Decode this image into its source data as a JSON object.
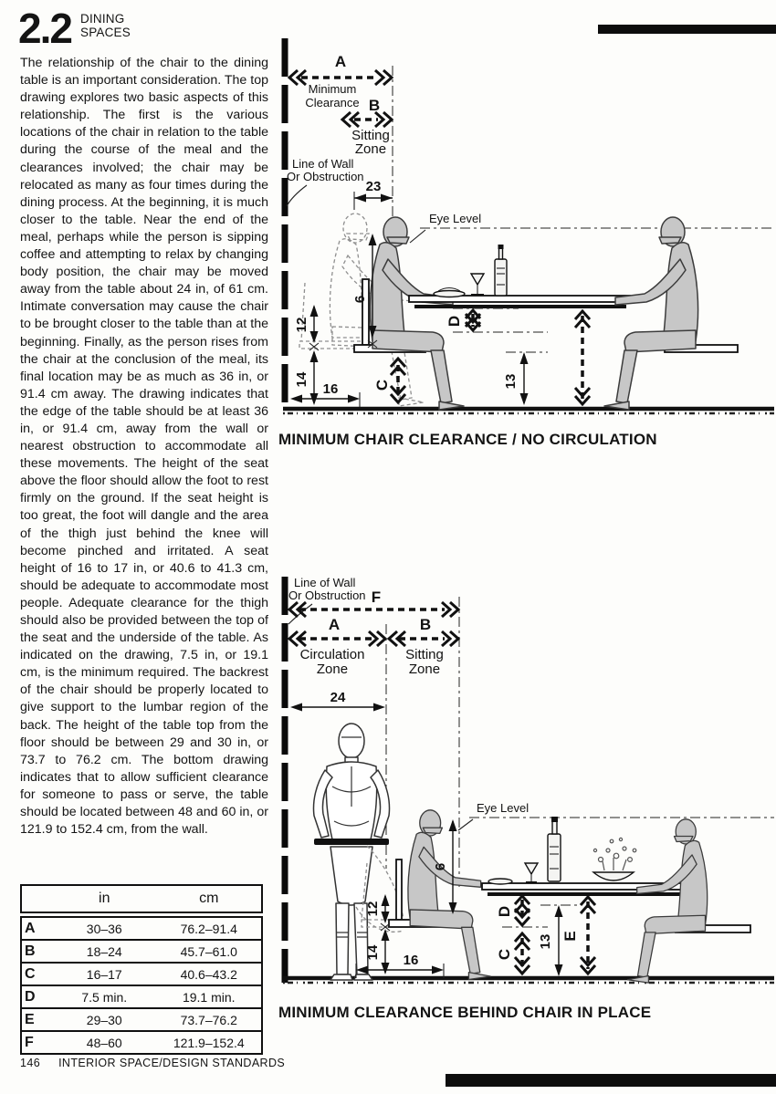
{
  "header": {
    "section_number": "2.2",
    "section_title": [
      "DINING",
      "SPACES"
    ]
  },
  "body_text": "The relationship of the chair to the dining table is an important consideration. The top drawing explores two basic aspects of this relationship. The first is the various locations of the chair in relation to the table during the course of the meal and the clearances involved; the chair may be relocated as many as four times during the dining process. At the beginning, it is much closer to the table. Near the end of the meal, perhaps while the person is sipping coffee and attempting to relax by changing body position, the chair may be moved away from the table about 24 in, of 61 cm. Intimate conversation may cause the chair to be brought closer to the table than at the beginning. Finally, as the person rises from the chair at the conclusion of the meal, its final location may be as much as 36 in, or 91.4 cm away. The drawing indicates that the edge of the table should be at least 36 in, or 91.4 cm, away from the wall or nearest obstruction to accommodate all these movements. The height of the seat above the floor should allow the foot to rest firmly on the ground. If the seat height is too great, the foot will dangle and the area of the thigh just behind the knee will become pinched and irritated. A seat height of 16 to 17 in, or 40.6 to 41.3 cm, should be adequate to accommodate most people. Adequate clearance for the thigh should also be provided between the top of the seat and the underside of the table. As indicated on the drawing, 7.5 in, or 19.1 cm, is the minimum required. The backrest of the chair should be properly located to give support to the lumbar region of the back. The height of the table top from the floor should be between 29 and 30 in, or 73.7 to 76.2 cm. The bottom drawing indicates that to allow sufficient clearance for someone to pass or serve, the table should be located between 48 and 60 in, or 121.9 to 152.4 cm, from the wall.",
  "drawing_top": {
    "caption": "MINIMUM CHAIR CLEARANCE / NO CIRCULATION",
    "dim_a_letter": "A",
    "minimum_1": "Minimum",
    "minimum_2": "Clearance",
    "dim_b_letter": "B",
    "sitting_1": "Sitting",
    "sitting_2": "Zone",
    "wall_1": "Line of Wall",
    "wall_2": "Or Obstruction",
    "eye_level": "Eye Level",
    "dim_23": "23",
    "dim_6": "6",
    "dim_12": "12",
    "dim_14": "14",
    "dim_16": "16",
    "dim_c": "C",
    "dim_d": "D",
    "dim_13": "13"
  },
  "drawing_bottom": {
    "caption": "MINIMUM CLEARANCE BEHIND CHAIR IN PLACE",
    "wall_1": "Line of Wall",
    "wall_2": "Or Obstruction",
    "dim_f_letter": "F",
    "dim_a_letter": "A",
    "circulation_1": "Circulation",
    "circulation_2": "Zone",
    "dim_b_letter": "B",
    "sitting_1": "Sitting",
    "sitting_2": "Zone",
    "dim_24": "24",
    "eye_level": "Eye Level",
    "dim_6": "6",
    "dim_12": "12",
    "dim_14": "14",
    "dim_16": "16",
    "dim_c": "C",
    "dim_d": "D",
    "dim_e": "E",
    "dim_13": "13"
  },
  "clearance_table": {
    "col_in": "in",
    "col_cm": "cm",
    "rows": [
      {
        "key": "A",
        "in": "30–36",
        "cm": "76.2–91.4"
      },
      {
        "key": "B",
        "in": "18–24",
        "cm": "45.7–61.0"
      },
      {
        "key": "C",
        "in": "16–17",
        "cm": "40.6–43.2"
      },
      {
        "key": "D",
        "in": "7.5 min.",
        "cm": "19.1 min."
      },
      {
        "key": "E",
        "in": "29–30",
        "cm": "73.7–76.2"
      },
      {
        "key": "F",
        "in": "48–60",
        "cm": "121.9–152.4"
      }
    ]
  },
  "footer": {
    "page_number": "146",
    "book_title": "INTERIOR SPACE/DESIGN STANDARDS"
  }
}
